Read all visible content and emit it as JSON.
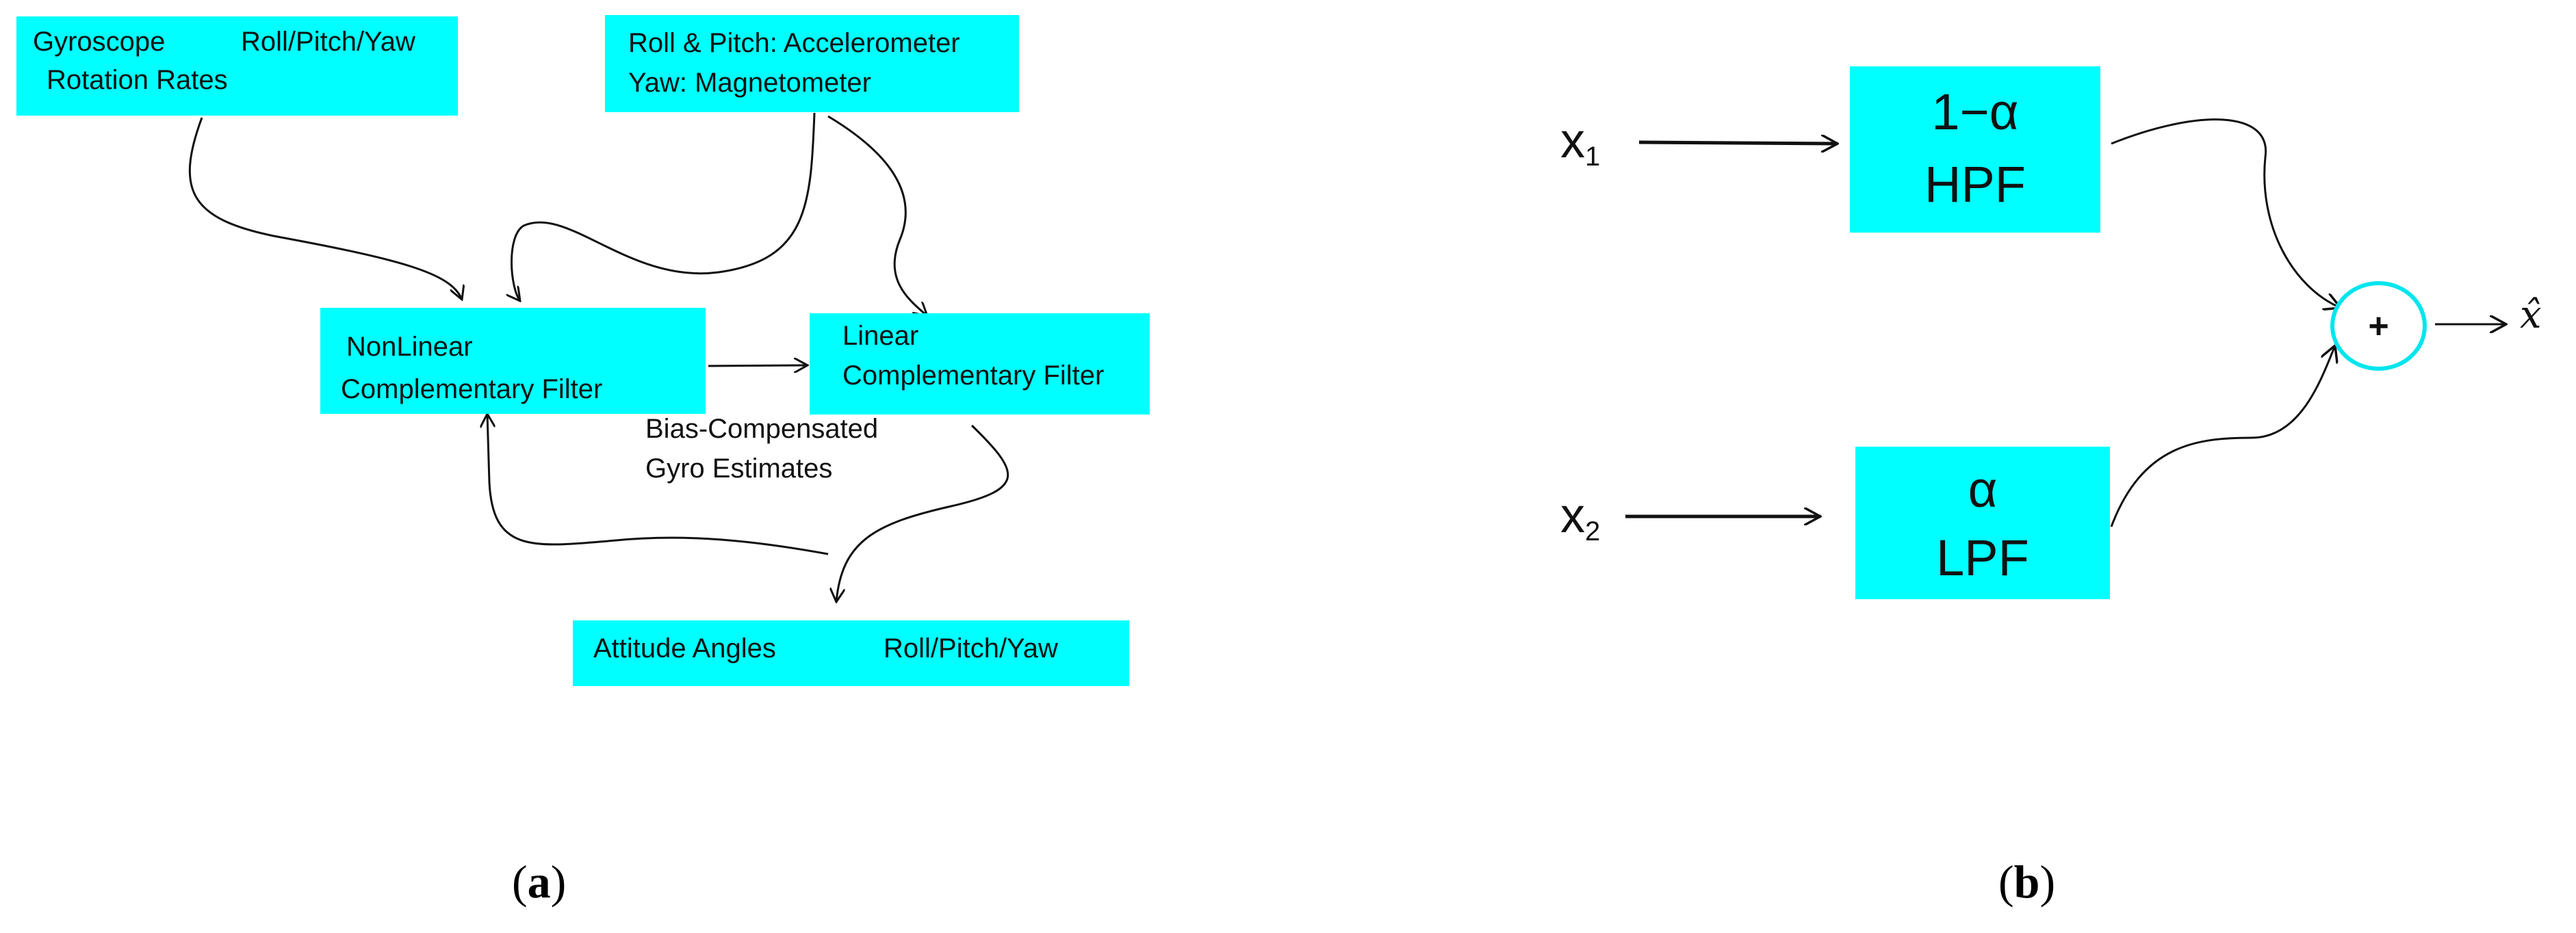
{
  "panel_a": {
    "gyro_line1": "Gyroscope",
    "gyro_line1b": "Roll/Pitch/Yaw",
    "gyro_line2": "Rotation Rates",
    "accel_line1": "Roll & Pitch: Accelerometer",
    "accel_line2": "Yaw: Magnetometer",
    "nonlinear_line1": "NonLinear",
    "nonlinear_line2": "Complementary Filter",
    "linear_line1": "Linear",
    "linear_line2": "Complementary Filter",
    "bias_line1": "Bias-Compensated",
    "bias_line2": "Gyro Estimates",
    "attitude_line1": "Attitude Angles",
    "attitude_line1b": "Roll/Pitch/Yaw",
    "caption_open": "(",
    "caption_letter": "a",
    "caption_close": ")"
  },
  "panel_b": {
    "x1_base": "x",
    "x1_sub": "1",
    "x2_base": "x",
    "x2_sub": "2",
    "hpf_line1": "1−α",
    "hpf_line2": "HPF",
    "lpf_line1": "α",
    "lpf_line2": "LPF",
    "sum_symbol": "+",
    "output_symbol": "x̂",
    "caption_open": "(",
    "caption_letter": "b",
    "caption_close": ")"
  },
  "colors": {
    "box_fill": "#00ffff",
    "sum_circle_stroke": "#00e5ee",
    "line": "#111111"
  }
}
